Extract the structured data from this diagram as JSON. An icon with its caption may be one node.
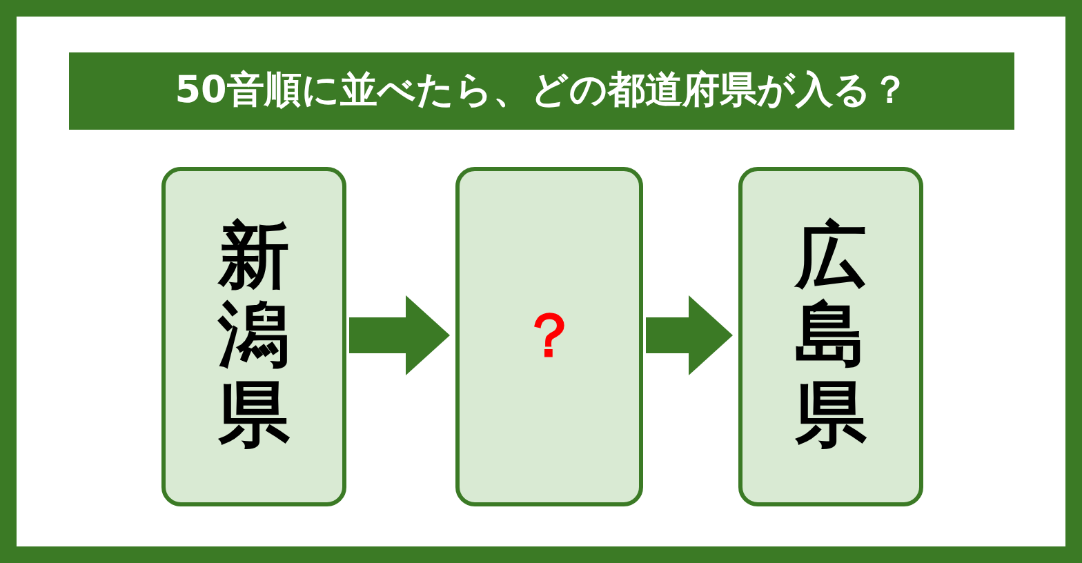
{
  "diagram": {
    "title": "50音順に並べたら、どの都道府県が入る？",
    "nodes": [
      {
        "text": [
          "新潟県"
        ]
      },
      {
        "text": [
          "？"
        ]
      },
      {
        "text": [
          "広島県"
        ]
      }
    ],
    "edges": [
      {
        "from": 0,
        "to": 1,
        "arrow": "to"
      },
      {
        "from": 1,
        "to": 2,
        "arrow": "to"
      }
    ]
  }
}
